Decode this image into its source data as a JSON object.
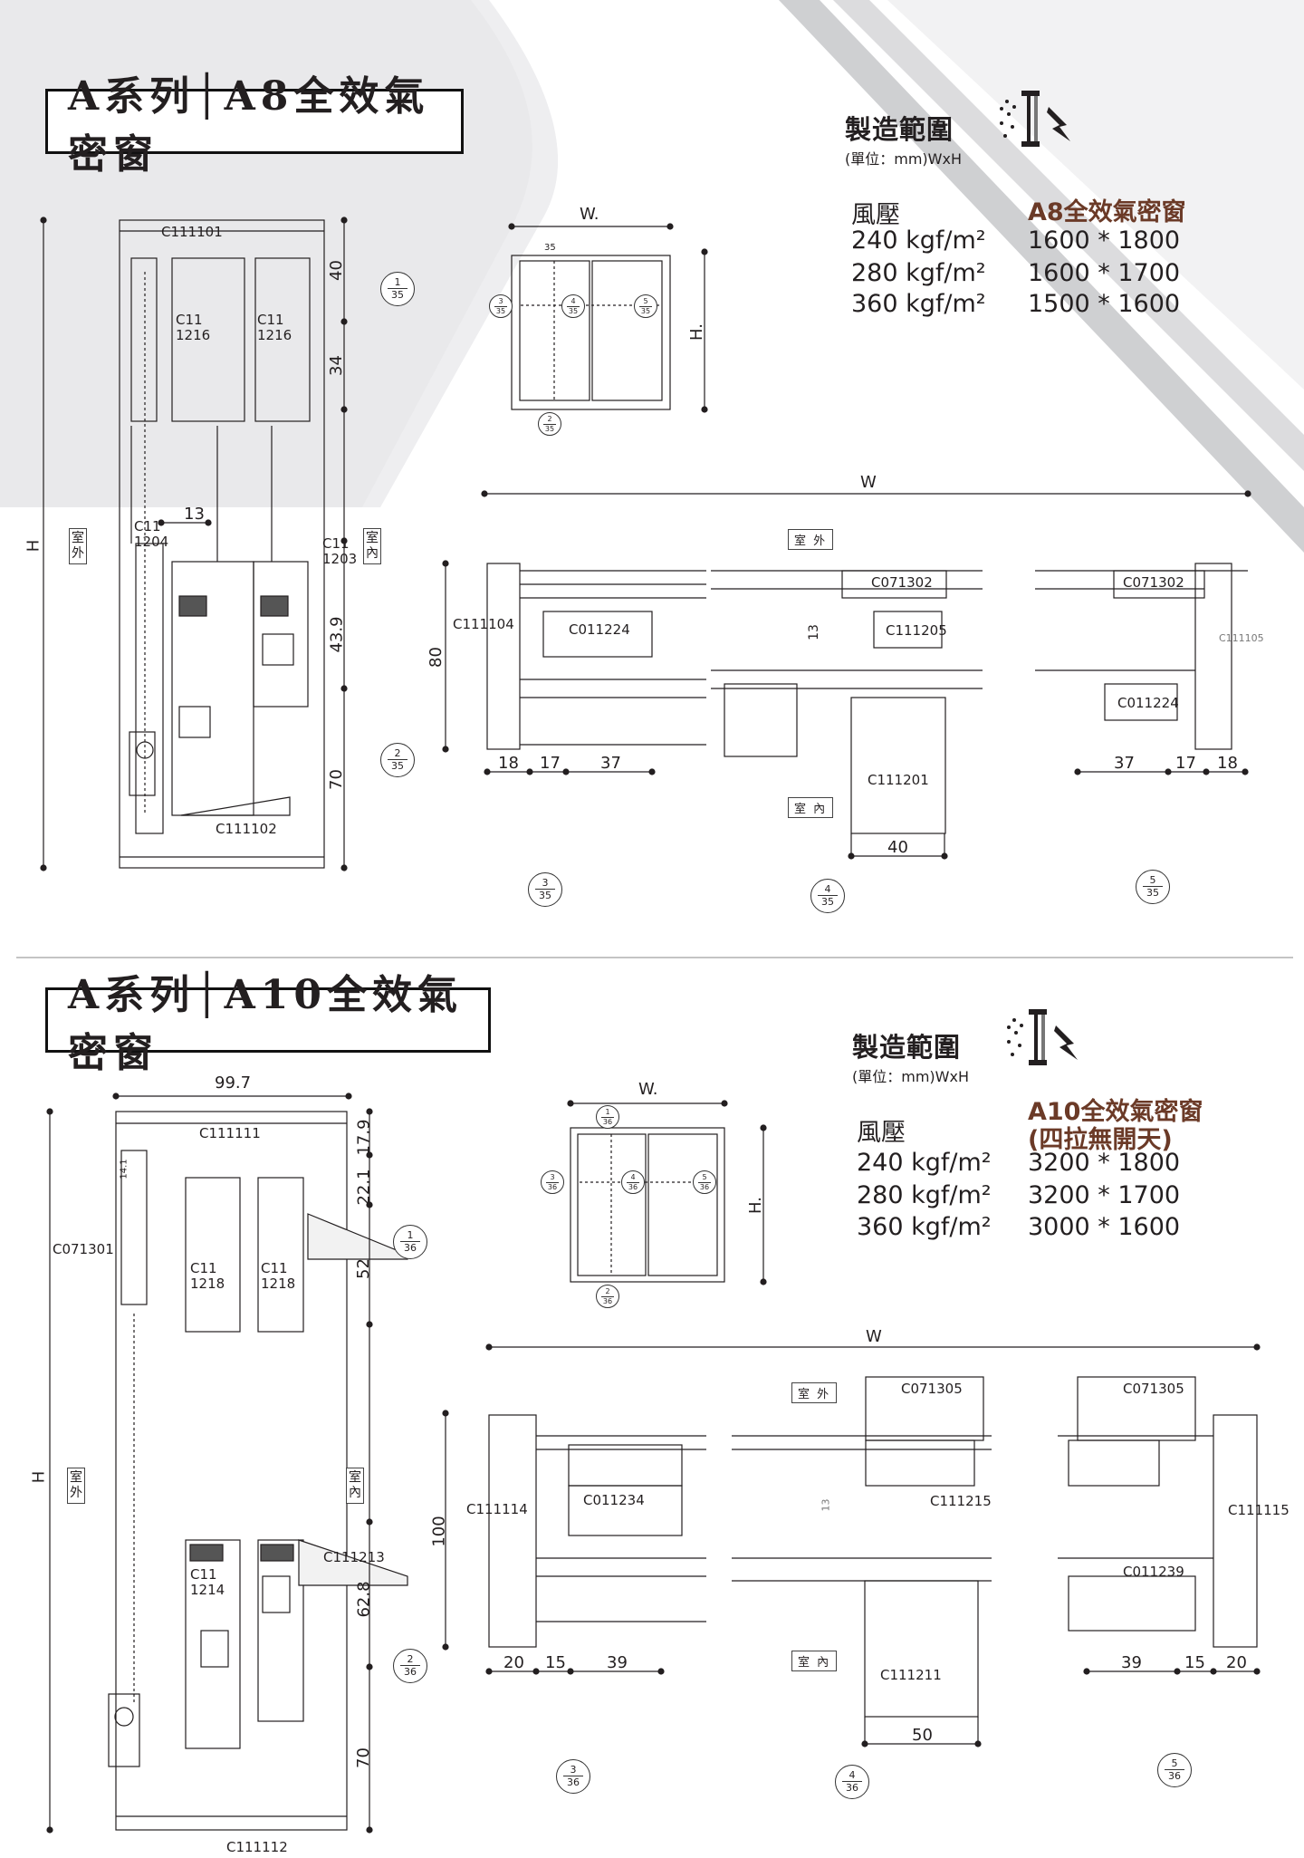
{
  "colors": {
    "accent": "#6b3a27",
    "stripe": "#d4d4d6",
    "light": "#eeeef0",
    "line": "#231f20"
  },
  "a8": {
    "title": "A系列│A8全效氣密窗",
    "spec": {
      "heading": "製造範圍",
      "unit": "(單位：mm)WxH",
      "col1": "風壓",
      "col2": "A8全效氣密窗",
      "rows": [
        {
          "p": "240 kgf/m²",
          "v": "1600 * 1800"
        },
        {
          "p": "280 kgf/m²",
          "v": "1600 * 1700"
        },
        {
          "p": "360 kgf/m²",
          "v": "1500 * 1600"
        }
      ]
    },
    "section": {
      "labels": {
        "c111101": "C111101",
        "c11_1216a_1": "C11",
        "c11_1216a_2": "1216",
        "c11_1216b_1": "C11",
        "c11_1216b_2": "1216",
        "c11_1204_1": "C11",
        "c11_1204_2": "1204",
        "c11_1203_1": "C11",
        "c11_1203_2": "1203",
        "c111102": "C111102"
      },
      "dims": {
        "d40": "40",
        "d34": "34",
        "d13": "13",
        "d439": "43.9",
        "d70": "70",
        "h": "H"
      },
      "outside": "室外",
      "inside": "室內"
    },
    "elev": {
      "w": "W.",
      "h": "H.",
      "d35": "35"
    },
    "plan": {
      "w": "W",
      "outside": "室 外",
      "inside": "室 內",
      "h80": "80",
      "d13": "13",
      "labels": {
        "c111104": "C111104",
        "c011224a": "C011224",
        "c071302a": "C071302",
        "c111205": "C111205",
        "c111201": "C111201",
        "c071302b": "C071302",
        "c111105": "C111105",
        "c011224b": "C011224"
      },
      "dims": {
        "a": "18",
        "b": "17",
        "c": "37",
        "d40": "40",
        "e": "37",
        "f": "17",
        "g": "18"
      }
    },
    "bubbles": {
      "b1": {
        "n": "1",
        "p": "35"
      },
      "b2": {
        "n": "2",
        "p": "35"
      },
      "b3": {
        "n": "3",
        "p": "35"
      },
      "b4": {
        "n": "4",
        "p": "35"
      },
      "b5": {
        "n": "5",
        "p": "35"
      },
      "e3": {
        "n": "3",
        "p": "35"
      },
      "e4": {
        "n": "4",
        "p": "35"
      },
      "e5": {
        "n": "5",
        "p": "35"
      },
      "e2": {
        "n": "2",
        "p": "35"
      }
    }
  },
  "a10": {
    "title": "A系列│A10全效氣密窗",
    "spec": {
      "heading": "製造範圍",
      "unit": "(單位：mm)WxH",
      "col1": "風壓",
      "col2a": "A10全效氣密窗",
      "col2b": "(四拉無開天)",
      "rows": [
        {
          "p": "240 kgf/m²",
          "v": "3200 * 1800"
        },
        {
          "p": "280 kgf/m²",
          "v": "3200 * 1700"
        },
        {
          "p": "360 kgf/m²",
          "v": "3000 * 1600"
        }
      ]
    },
    "section": {
      "labels": {
        "c111111": "C111111",
        "c071301": "C071301",
        "c11_1218a_1": "C11",
        "c11_1218a_2": "1218",
        "c11_1218b_1": "C11",
        "c11_1218b_2": "1218",
        "c11_1214_1": "C11",
        "c11_1214_2": "1214",
        "c111213": "C111213",
        "c111112": "C111112",
        "d141": "14.1"
      },
      "dims": {
        "d997": "99.7",
        "d179": "17.9",
        "d221": "22.1",
        "d52": "52",
        "d628": "62.8",
        "d70": "70",
        "h": "H"
      },
      "outside": "室外",
      "inside": "室內"
    },
    "elev": {
      "w": "W.",
      "h": "H."
    },
    "plan": {
      "w": "W",
      "outside": "室 外",
      "inside": "室 內",
      "h100": "100",
      "d13": "13",
      "labels": {
        "c111114": "C111114",
        "c011234": "C011234",
        "c071305a": "C071305",
        "c111215": "C111215",
        "c111211": "C111211",
        "c071305b": "C071305",
        "c111115": "C111115",
        "c011239": "C011239"
      },
      "dims": {
        "a": "20",
        "b": "15",
        "c": "39",
        "d50": "50",
        "e": "39",
        "f": "15",
        "g": "20"
      }
    },
    "bubbles": {
      "b1": {
        "n": "1",
        "p": "36"
      },
      "b2": {
        "n": "2",
        "p": "36"
      },
      "b3": {
        "n": "3",
        "p": "36"
      },
      "b4": {
        "n": "4",
        "p": "36"
      },
      "b5": {
        "n": "5",
        "p": "36"
      },
      "e1": {
        "n": "1",
        "p": "36"
      },
      "e3": {
        "n": "3",
        "p": "36"
      },
      "e4": {
        "n": "4",
        "p": "36"
      },
      "e5": {
        "n": "5",
        "p": "36"
      },
      "e2": {
        "n": "2",
        "p": "36"
      }
    }
  }
}
